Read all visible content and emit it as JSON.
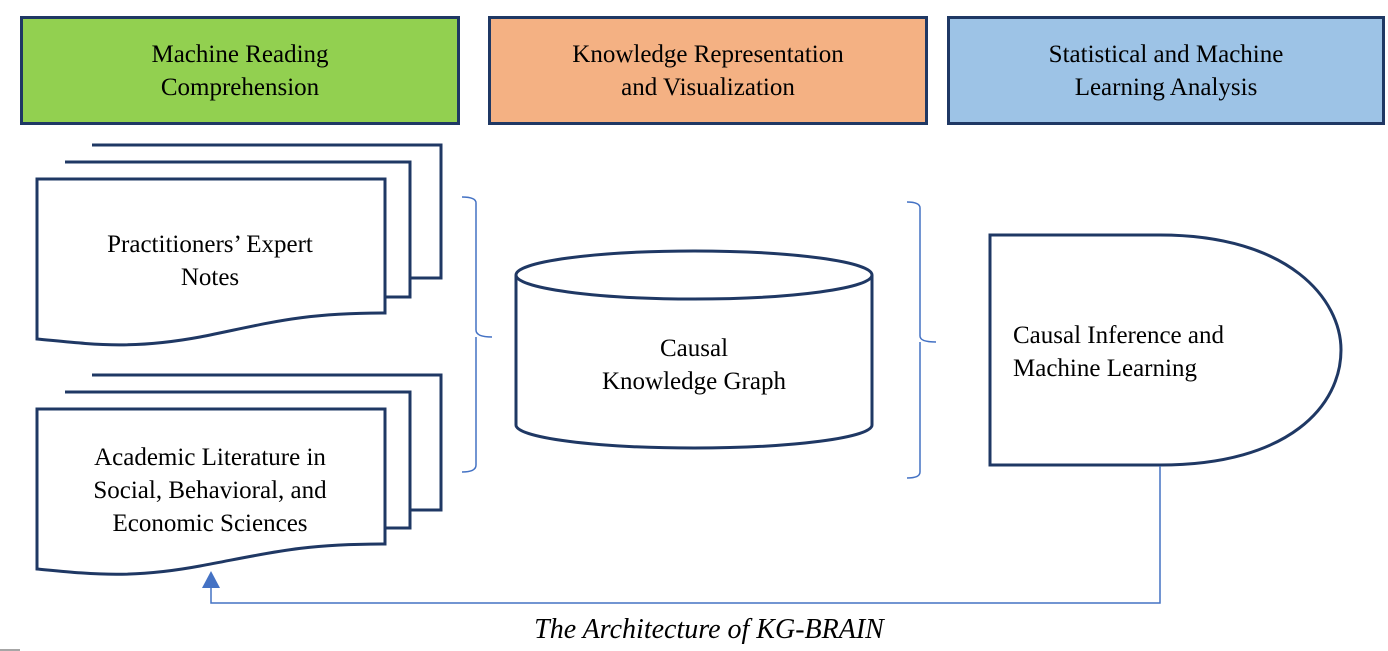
{
  "headers": [
    {
      "lines": [
        "Machine Reading",
        "Comprehension"
      ],
      "color": "#92d050"
    },
    {
      "lines": [
        "Knowledge Representation",
        "and Visualization"
      ],
      "color": "#f4b183"
    },
    {
      "lines": [
        "Statistical and Machine",
        "Learning Analysis"
      ],
      "color": "#9dc3e6"
    }
  ],
  "nodes": {
    "expert_notes": {
      "lines": [
        "Practitioners’ Expert",
        "Notes"
      ]
    },
    "academic_literature": {
      "lines": [
        "Academic Literature in",
        "Social, Behavioral, and",
        "Economic Sciences"
      ]
    },
    "knowledge_graph": {
      "lines": [
        "Causal",
        "Knowledge Graph"
      ]
    },
    "causal_inference": {
      "lines": [
        "Causal Inference and",
        "Machine Learning"
      ]
    }
  },
  "colors": {
    "shape_stroke": "#1f3864",
    "connector": "#4472c4"
  },
  "caption": "The Architecture of KG-BRAIN"
}
